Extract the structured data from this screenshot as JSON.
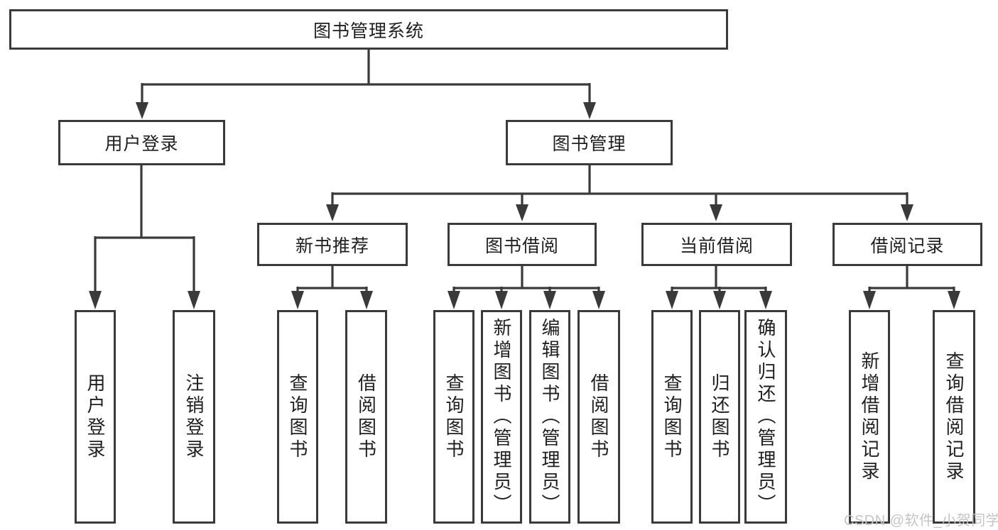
{
  "colors": {
    "line": "#3a3a3a",
    "text": "#1f1f1f",
    "background": "#ffffff",
    "watermark": "#c4c4c4"
  },
  "watermark": {
    "text": "CSDN @软件_小贺同学"
  },
  "tree": {
    "root": {
      "label": "图书管理系统"
    },
    "level2": [
      {
        "label": "用户登录",
        "children": [
          {
            "label": "用户登录"
          },
          {
            "label": "注销登录"
          }
        ]
      },
      {
        "label": "图书管理"
      }
    ],
    "level3": [
      {
        "label": "新书推荐",
        "children": [
          {
            "label": "查询图书"
          },
          {
            "label": "借阅图书"
          }
        ]
      },
      {
        "label": "图书借阅",
        "children": [
          {
            "label": "查询图书"
          },
          {
            "label": "新增图书（管理员）"
          },
          {
            "label": "编辑图书（管理员）"
          },
          {
            "label": "借阅图书"
          }
        ]
      },
      {
        "label": "当前借阅",
        "children": [
          {
            "label": "查询图书"
          },
          {
            "label": "归还图书"
          },
          {
            "label": "确认归还（管理员）"
          }
        ]
      },
      {
        "label": "借阅记录",
        "children": [
          {
            "label": "新增借阅记录"
          },
          {
            "label": "查询借阅记录"
          }
        ]
      }
    ]
  }
}
